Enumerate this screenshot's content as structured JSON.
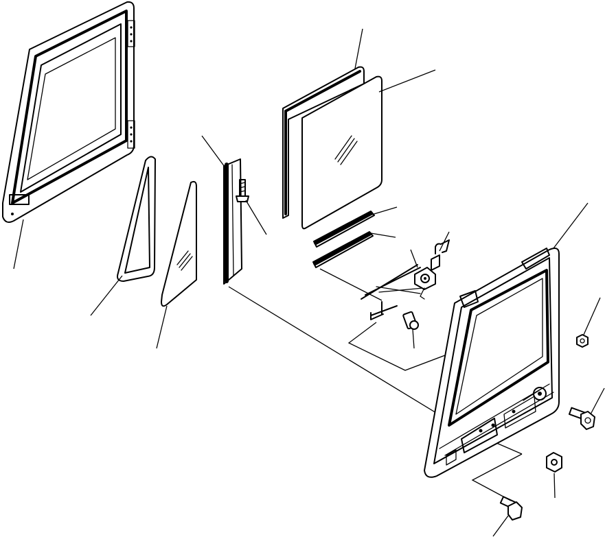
{
  "diagram": {
    "parts": [
      {
        "name": "outer-door-frame"
      },
      {
        "name": "triangular-glass-seal"
      },
      {
        "name": "triangular-glass"
      },
      {
        "name": "door-channel-strip"
      },
      {
        "name": "screw"
      },
      {
        "name": "window-glass-seal"
      },
      {
        "name": "window-glass"
      },
      {
        "name": "upper-weatherstrip"
      },
      {
        "name": "lower-weatherstrip"
      },
      {
        "name": "window-regulator"
      },
      {
        "name": "regulator-bolt"
      },
      {
        "name": "inner-door-panel"
      },
      {
        "name": "nut-upper"
      },
      {
        "name": "flange-bolt-right"
      },
      {
        "name": "nut-lower"
      },
      {
        "name": "hex-bolt-bottom"
      }
    ]
  }
}
